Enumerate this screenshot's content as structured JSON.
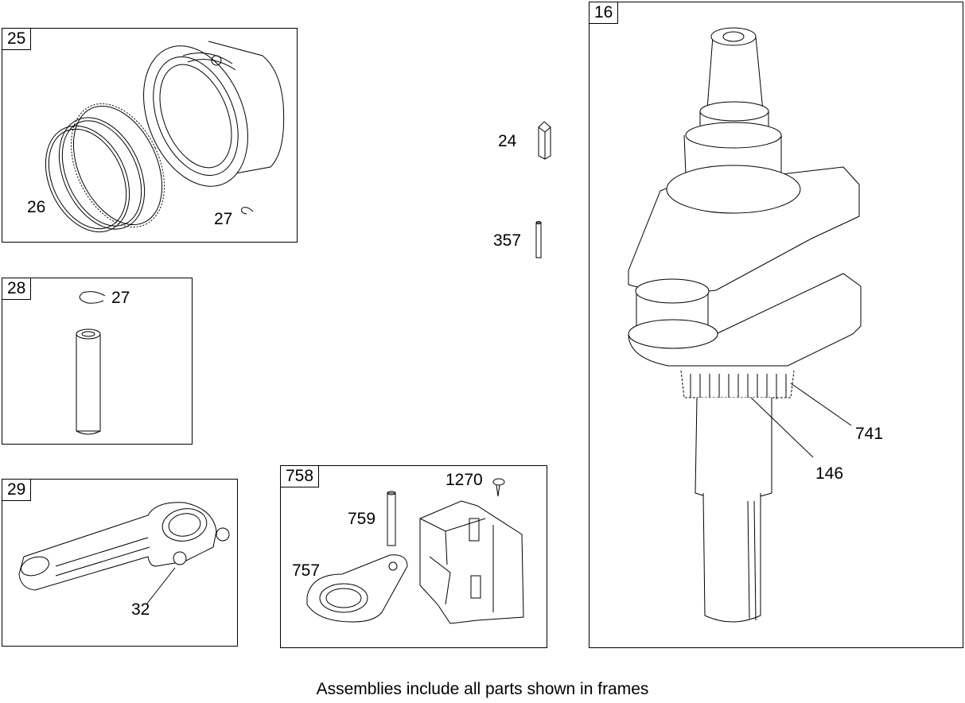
{
  "frames": [
    {
      "id": "25",
      "labels": [
        "26",
        "27"
      ]
    },
    {
      "id": "28",
      "labels": [
        "27"
      ]
    },
    {
      "id": "29",
      "labels": [
        "32"
      ]
    },
    {
      "id": "758",
      "labels": [
        "1270",
        "759",
        "757"
      ]
    },
    {
      "id": "16",
      "labels": [
        "741",
        "146"
      ]
    }
  ],
  "loose_parts": [
    "24",
    "357"
  ],
  "footer": "Assemblies include all parts shown in frames",
  "colors": {
    "line": "#000000",
    "background": "#ffffff"
  }
}
